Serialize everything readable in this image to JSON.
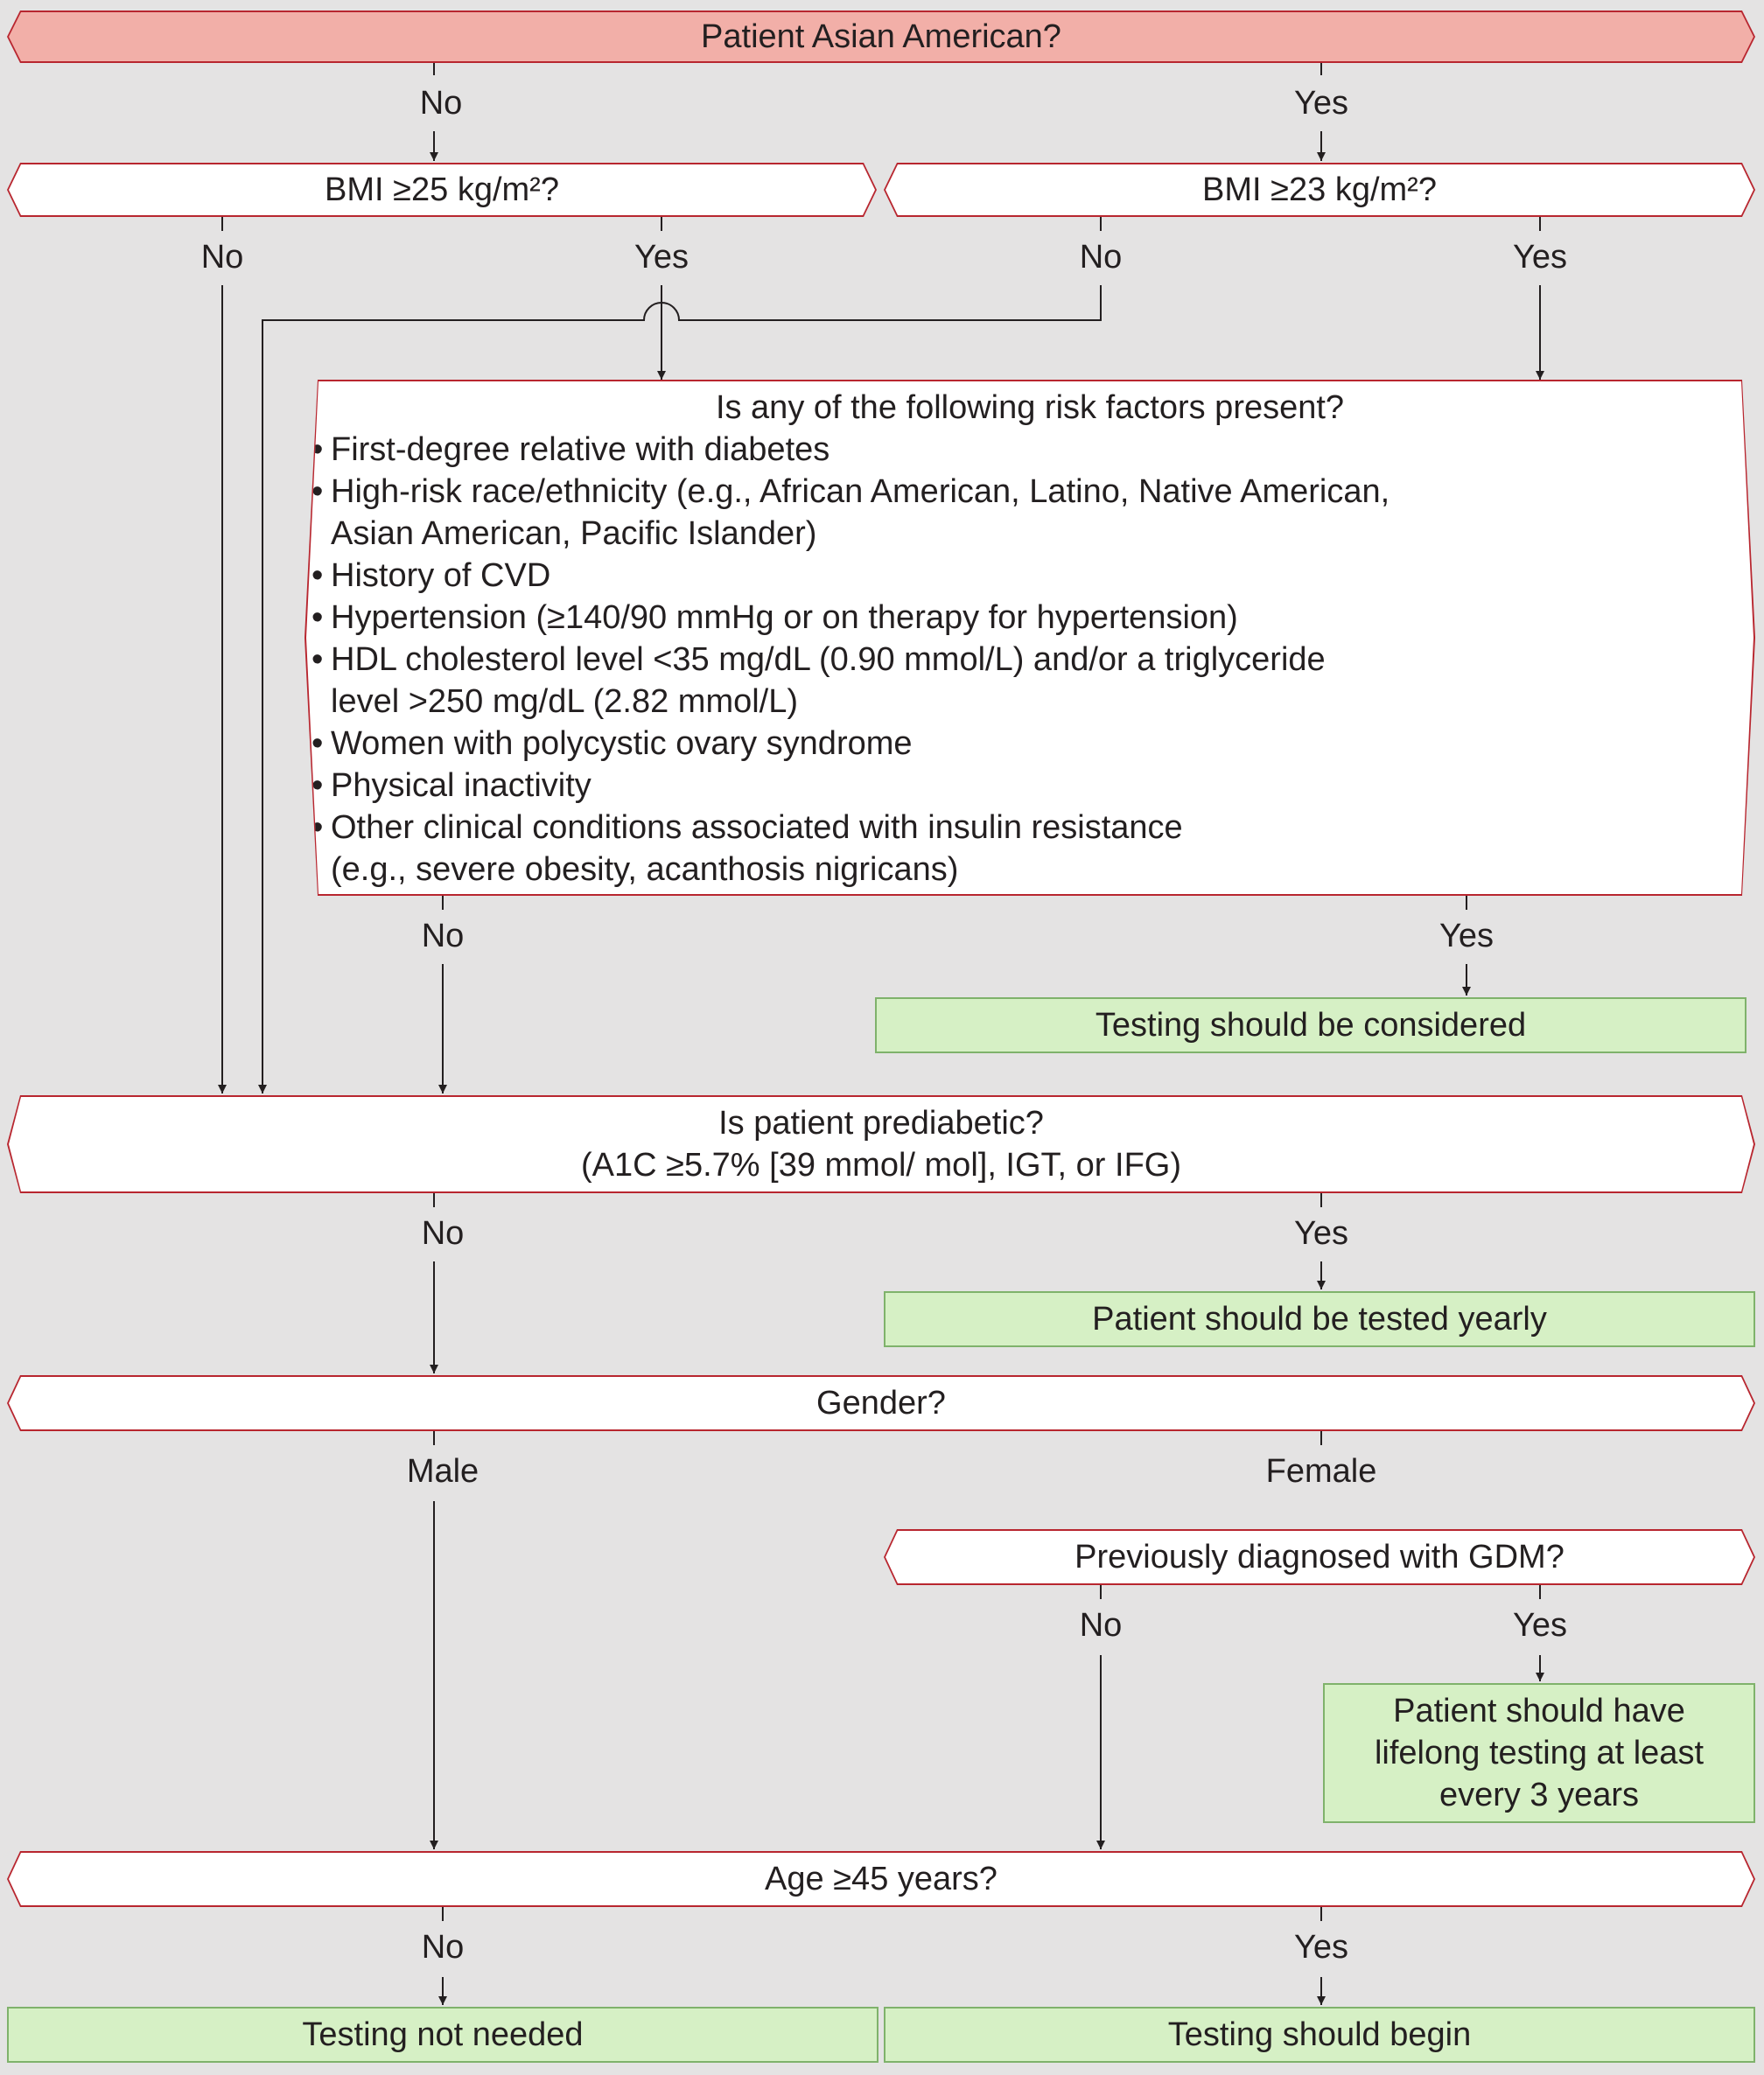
{
  "colors": {
    "background": "#e4e3e3",
    "decision_border": "#b8262f",
    "decision_fill": "#ffffff",
    "start_fill": "#f2afa8",
    "result_fill": "#d6f0c5",
    "result_border": "#7fb26b",
    "line": "#231f20"
  },
  "nodes": {
    "start": "Patient Asian American?",
    "bmi25": "BMI ≥25 kg/m²?",
    "bmi23": "BMI ≥23 kg/m²?",
    "risk": {
      "title": "Is any of the following risk factors present?",
      "items": [
        "First-degree relative with diabetes",
        "High-risk race/ethnicity (e.g., African American, Latino, Native American,",
        "Asian American, Pacific Islander)",
        "History of CVD",
        "Hypertension (≥140/90 mmHg or on therapy for hypertension)",
        "HDL cholesterol level <35 mg/dL (0.90 mmol/L) and/or a triglyceride",
        "level >250 mg/dL (2.82 mmol/L)",
        "Women with polycystic ovary syndrome",
        "Physical inactivity",
        "Other clinical conditions associated with insulin resistance",
        "(e.g., severe obesity, acanthosis nigricans)"
      ]
    },
    "considered": "Testing should be considered",
    "prediabetic": {
      "line1": "Is patient prediabetic?",
      "line2": "(A1C ≥5.7% [39 mmol/ mol], IGT, or IFG)"
    },
    "yearly": "Patient should be tested yearly",
    "gender": "Gender?",
    "gdm": "Previously diagnosed with GDM?",
    "lifelong": {
      "line1": "Patient should have",
      "line2": "lifelong testing at least",
      "line3": "every 3 years"
    },
    "age": "Age ≥45 years?",
    "not_needed": "Testing not needed",
    "begin": "Testing should begin"
  },
  "edge_labels": {
    "start_no": "No",
    "start_yes": "Yes",
    "bmi25_no": "No",
    "bmi25_yes": "Yes",
    "bmi23_no": "No",
    "bmi23_yes": "Yes",
    "risk_no": "No",
    "risk_yes": "Yes",
    "pre_no": "No",
    "pre_yes": "Yes",
    "gender_male": "Male",
    "gender_female": "Female",
    "gdm_no": "No",
    "gdm_yes": "Yes",
    "age_no": "No",
    "age_yes": "Yes"
  }
}
